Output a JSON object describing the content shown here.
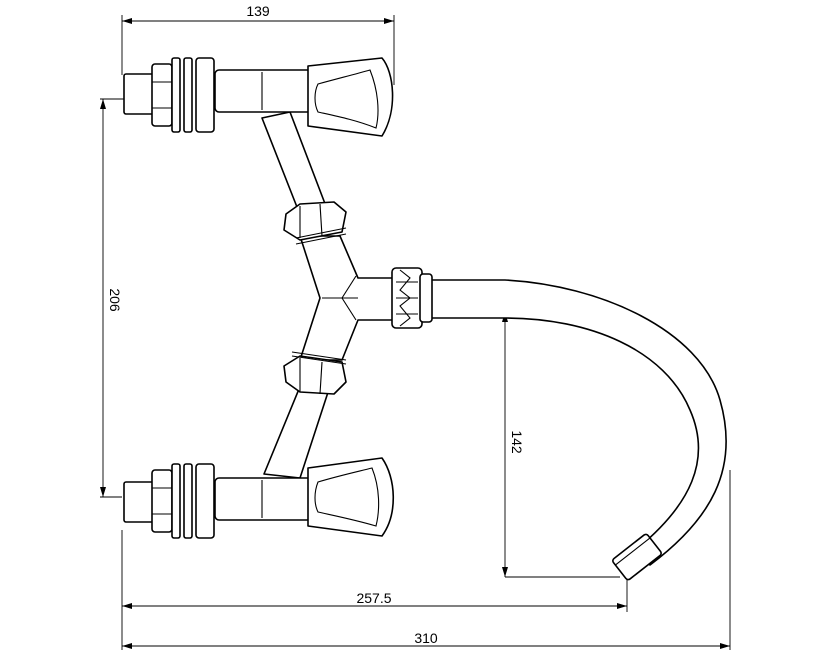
{
  "drawing": {
    "dimensions": {
      "top_width": "139",
      "height": "206",
      "spout_drop": "142",
      "spout_reach": "257.5",
      "overall_width": "310"
    },
    "colors": {
      "line": "#000000",
      "background": "#ffffff"
    }
  }
}
